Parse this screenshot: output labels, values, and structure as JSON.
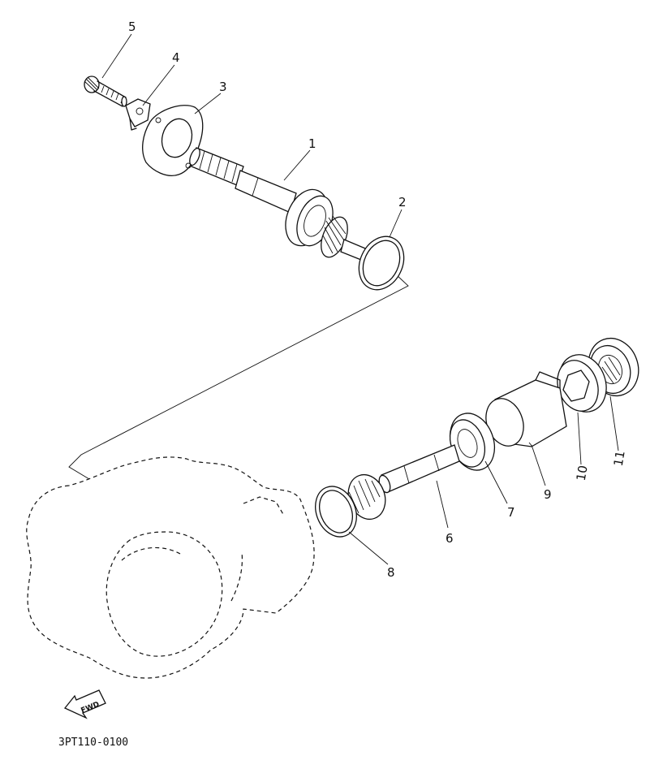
{
  "diagram_code": "3PT110-0100",
  "fwd_label": "FWD",
  "callouts": [
    {
      "id": "1",
      "label": "1"
    },
    {
      "id": "2",
      "label": "2"
    },
    {
      "id": "3",
      "label": "3"
    },
    {
      "id": "4",
      "label": "4"
    },
    {
      "id": "5",
      "label": "5"
    },
    {
      "id": "6",
      "label": "6"
    },
    {
      "id": "7",
      "label": "7"
    },
    {
      "id": "8",
      "label": "8"
    },
    {
      "id": "9",
      "label": "9"
    },
    {
      "id": "10",
      "label": "10"
    },
    {
      "id": "11",
      "label": "11"
    }
  ]
}
